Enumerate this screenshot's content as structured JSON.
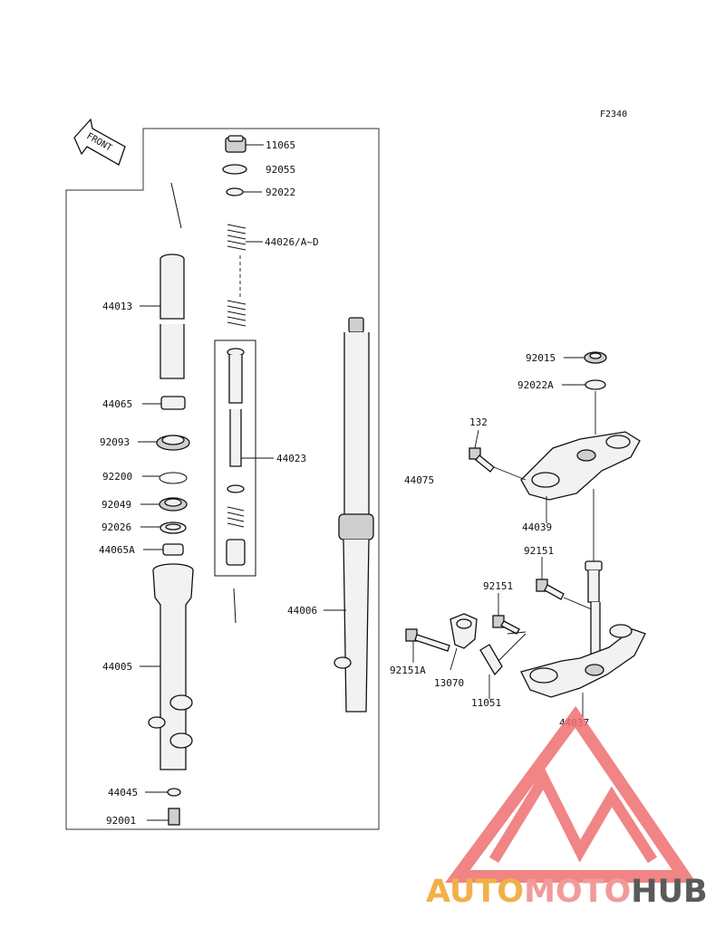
{
  "figure_code": "F2340",
  "front_label": "FRONT",
  "watermark": {
    "brand_part1": "AUTO",
    "brand_part2": "MOTO",
    "brand_part3": "HUB",
    "color_auto": "#f2b04a",
    "color_moto": "#f29a9a",
    "color_hub": "#5a5a5a",
    "color_logo": "#ef6f6f"
  },
  "parts": {
    "p11065": "11065",
    "p92055": "92055",
    "p92022": "92022",
    "p44026": "44026/A~D",
    "p44013": "44013",
    "p44065": "44065",
    "p92093": "92093",
    "p92200": "92200",
    "p92049": "92049",
    "p92026": "92026",
    "p44065A": "44065A",
    "p44023": "44023",
    "p44005": "44005",
    "p44045": "44045",
    "p92001": "92001",
    "p44006": "44006",
    "p44075": "44075",
    "p92015": "92015",
    "p92022A": "92022A",
    "p132": "132",
    "p44039": "44039",
    "p92151_upper": "92151",
    "p92151_lower": "92151",
    "p92151A": "92151A",
    "p13070": "13070",
    "p11051": "11051",
    "p44037": "44037"
  }
}
